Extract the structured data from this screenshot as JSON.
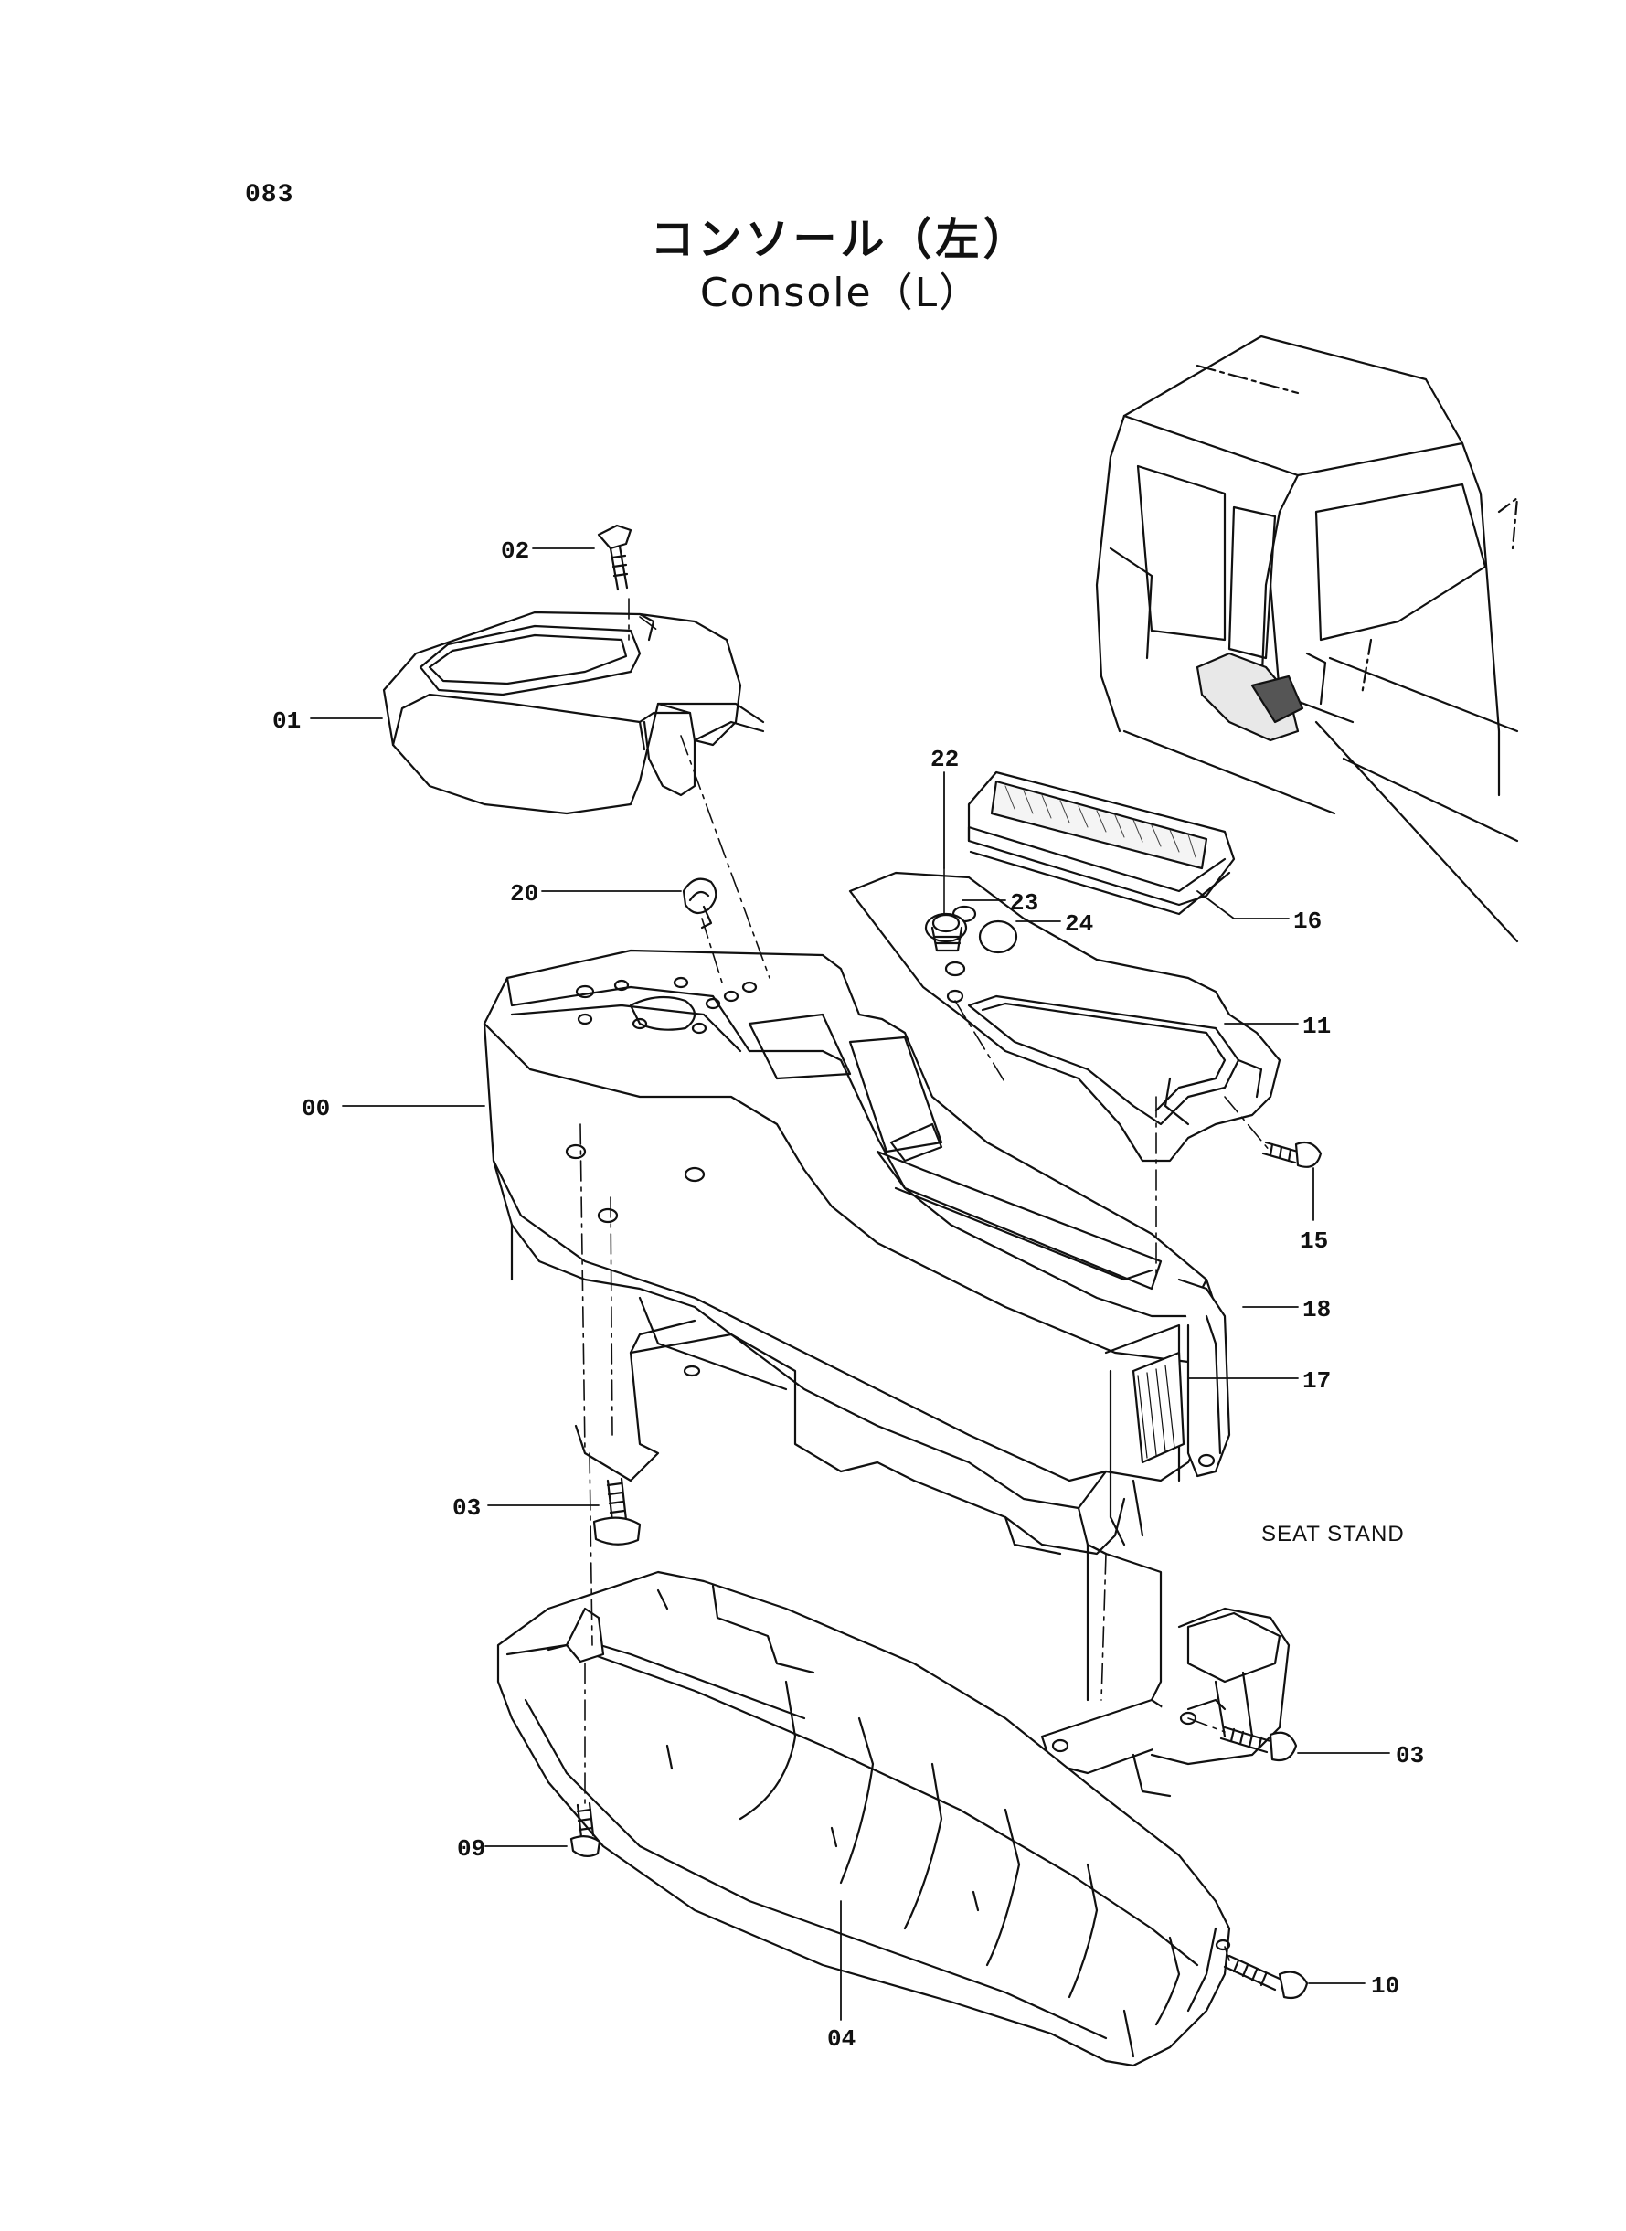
{
  "page_number": "083",
  "title_jp": "コンソール（左）",
  "title_en": "Console（L）",
  "annotation_seat_stand": "SEAT STAND",
  "callouts": {
    "c00": "00",
    "c01": "01",
    "c02": "02",
    "c03a": "03",
    "c03b": "03",
    "c04": "04",
    "c09": "09",
    "c10": "10",
    "c11": "11",
    "c15": "15",
    "c16": "16",
    "c17": "17",
    "c18": "18",
    "c20": "20",
    "c22": "22",
    "c23": "23",
    "c24": "24"
  }
}
